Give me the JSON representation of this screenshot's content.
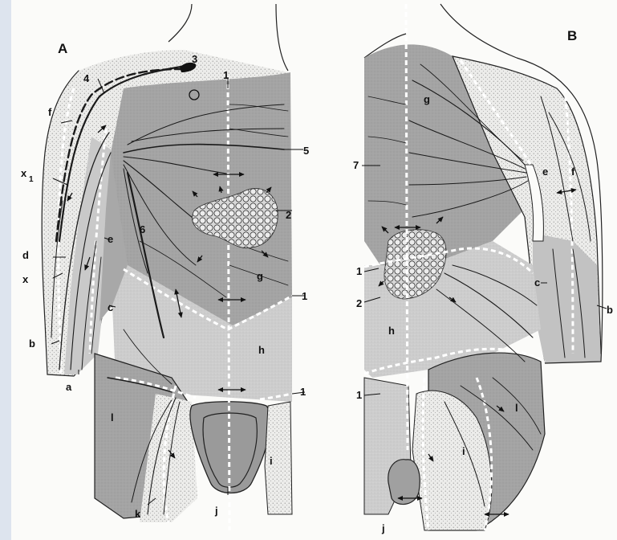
{
  "panels": {
    "a": {
      "title": "A"
    },
    "b": {
      "title": "B"
    }
  },
  "labels_a": {
    "n1_top": "1",
    "n1_mid": "1",
    "n1_low": "1",
    "n2": "2",
    "n3": "3",
    "n4": "4",
    "n5": "5",
    "n6": "6",
    "a": "a",
    "b": "b",
    "c": "c",
    "d": "d",
    "e": "e",
    "f": "f",
    "g": "g",
    "h": "h",
    "i": "i",
    "j": "j",
    "k": "k",
    "l": "l",
    "x1": "x",
    "x1_sub": "1",
    "x": "x"
  },
  "labels_b": {
    "n7": "7",
    "n1_a": "1",
    "n1_b": "1",
    "n2": "2",
    "g": "g",
    "e": "e",
    "f": "f",
    "c": "c",
    "b": "b",
    "h": "h",
    "l": "l",
    "i": "i",
    "j": "j"
  },
  "colors": {
    "trunk": "#9c9c9c",
    "lower": "#c9c9c9",
    "limb": "#b7b7b7",
    "stipple": "#e6e6e6",
    "node": "#cfcfcf",
    "vessel": "#1a1a1a"
  }
}
